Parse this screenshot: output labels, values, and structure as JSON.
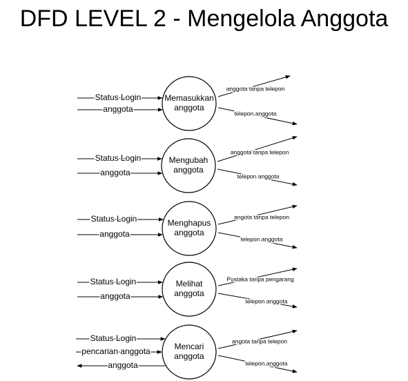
{
  "title": "DFD LEVEL 2 - Mengelola Anggota",
  "colors": {
    "stroke": "#000000",
    "background": "#ffffff",
    "text": "#000000"
  },
  "processes": [
    {
      "name_lines": [
        "Memasukkan",
        "anggota"
      ],
      "inputs": [
        {
          "label": "Status Login",
          "direction": "in"
        },
        {
          "label": "anggota",
          "direction": "in"
        }
      ],
      "outputs": [
        "anggota tanpa  telepon",
        "telepon anggota"
      ]
    },
    {
      "name_lines": [
        "Mengubah",
        "anggota"
      ],
      "inputs": [
        {
          "label": "Status Login",
          "direction": "in"
        },
        {
          "label": "anggota",
          "direction": "in"
        }
      ],
      "outputs": [
        "anggota tanpa telepon",
        "telepon anggota"
      ]
    },
    {
      "name_lines": [
        "Menghapus",
        "anggota"
      ],
      "inputs": [
        {
          "label": "Status Login",
          "direction": "in"
        },
        {
          "label": "anggota",
          "direction": "in"
        }
      ],
      "outputs": [
        "angota tanpa telepon",
        "telepon anggota"
      ]
    },
    {
      "name_lines": [
        "Melihat",
        "anggota"
      ],
      "inputs": [
        {
          "label": "Status Login",
          "direction": "in"
        },
        {
          "label": "anggota",
          "direction": "in"
        }
      ],
      "outputs": [
        "Pustaka tanpa pengarang",
        "telepon anggota"
      ]
    },
    {
      "name_lines": [
        "Mencari",
        "anggota"
      ],
      "inputs": [
        {
          "label": "Status Login",
          "direction": "in"
        },
        {
          "label": "pencarian anggota",
          "direction": "in"
        },
        {
          "label": "anggota",
          "direction": "out"
        }
      ],
      "outputs": [
        "angota tanpa telepon",
        "telepon anggota"
      ]
    }
  ]
}
